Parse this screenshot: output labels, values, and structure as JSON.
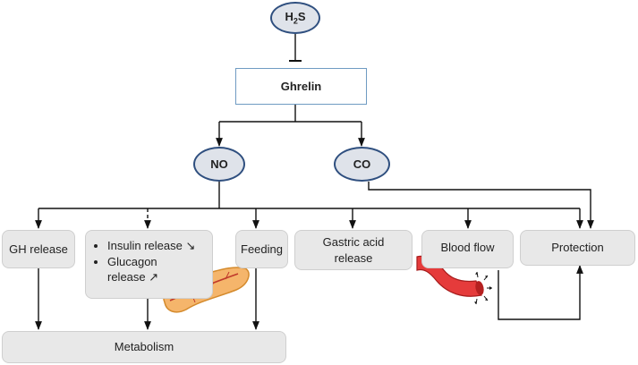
{
  "nodes": {
    "h2s": {
      "main": "H",
      "sub": "2",
      "tail": "S"
    },
    "ghrelin": "Ghrelin",
    "no": "NO",
    "co": "CO",
    "gh_release": "GH release",
    "insulin_release": "Insulin release",
    "glucagon_release": "Glucagon release",
    "feeding": "Feeding",
    "gastric_acid_release": "Gastric acid release",
    "blood_flow": "Blood flow",
    "protection": "Protection",
    "metabolism": "Metabolism"
  },
  "arrows": {
    "insulin": "↘",
    "glucagon": "↗"
  },
  "colors": {
    "ellipse_border": "#2f4f7f",
    "ellipse_fill": "#dfe3ea",
    "ghrelin_border": "#6f9bc2",
    "box_fill": "#e8e8e8",
    "pancreas": "#f5b56b",
    "vessel": "#e53b3b"
  },
  "icons": [
    "pancreas-icon",
    "blood-vessel-icon"
  ]
}
